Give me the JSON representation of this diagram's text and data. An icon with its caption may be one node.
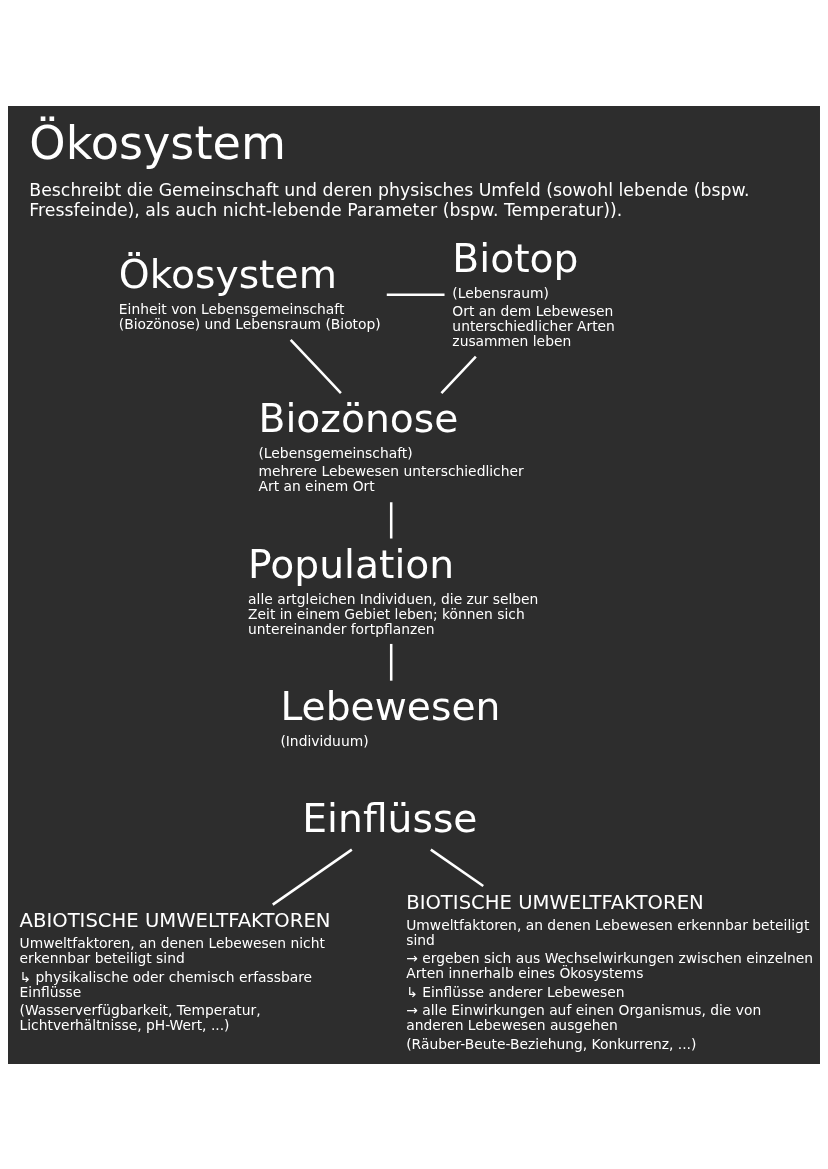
{
  "diagram": {
    "title": "Ökosystem",
    "caption": "Beschreibt die Gemeinschaft und deren physisches Umfeld (sowohl lebende (bspw. Fressfeinde), als auch nicht-lebende Parameter (bspw. Temperatur)).",
    "nodes": [
      {
        "text": [
          "Ökosystem",
          "Einheit von Lebensgemeinschaft (Biozönose) und Lebensraum (Biotop)"
        ]
      },
      {
        "text": [
          "Biotop",
          "(Lebensraum)",
          "Ort an dem Lebewesen unterschiedlicher Arten zusammen leben"
        ]
      },
      {
        "text": [
          "Biozönose",
          "(Lebensgemeinschaft)",
          "mehrere Lebewesen unterschiedlicher Art an einem Ort"
        ]
      },
      {
        "text": [
          "Population",
          "alle artgleichen Individuen, die zur selben Zeit in einem Gebiet leben; können sich untereinander fortpflanzen"
        ]
      },
      {
        "text": [
          "Lebewesen",
          "(Individuum)"
        ]
      },
      {
        "text": [
          "Einflüsse"
        ]
      },
      {
        "text": [
          "ABIOTISCHE UMWELTFAKTOREN",
          "Umweltfaktoren, an denen Lebewesen nicht erkennbar beteiligt sind",
          "↳ physikalische oder chemisch erfassbare Einflüsse",
          "(Wasserverfügbarkeit, Temperatur, Lichtverhältnisse, pH-Wert, ...)"
        ]
      },
      {
        "text": [
          "BIOTISCHE UMWELTFAKTOREN",
          "Umweltfaktoren, an denen Lebewesen erkennbar beteiligt sind",
          "→ ergeben sich aus Wechselwirkungen zwischen einzelnen Arten innerhalb eines Ökosystems",
          "↳ Einflüsse anderer Lebewesen",
          "→ alle Einwirkungen auf einen Organismus, die von anderen Lebewesen ausgehen",
          "(Räuber-Beute-Beziehung, Konkurrenz, ...)"
        ]
      }
    ],
    "edges": [
      {
        "from": 0,
        "to": 1,
        "arrow": "none"
      },
      {
        "from": 0,
        "to": 2,
        "arrow": "none"
      },
      {
        "from": 2,
        "to": 1,
        "arrow": "none"
      },
      {
        "from": 2,
        "to": 3,
        "arrow": "none"
      },
      {
        "from": 3,
        "to": 4,
        "arrow": "none"
      },
      {
        "from": 5,
        "to": 6,
        "arrow": "none"
      },
      {
        "from": 5,
        "to": 7,
        "arrow": "none"
      }
    ]
  }
}
